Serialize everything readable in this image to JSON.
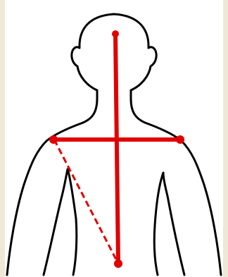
{
  "colors": {
    "frame": "#efe8d7",
    "panel": "#ffffff",
    "outline": "#000000",
    "marker": "#e00000"
  },
  "icons": {
    "figure": "human-torso-outline-icon"
  },
  "diagram": {
    "measurements": [
      {
        "name": "vertical-centerline",
        "style": "solid"
      },
      {
        "name": "shoulder-width-line",
        "style": "solid"
      },
      {
        "name": "diagonal-shoulder-to-hip-line",
        "style": "dashed"
      }
    ]
  }
}
